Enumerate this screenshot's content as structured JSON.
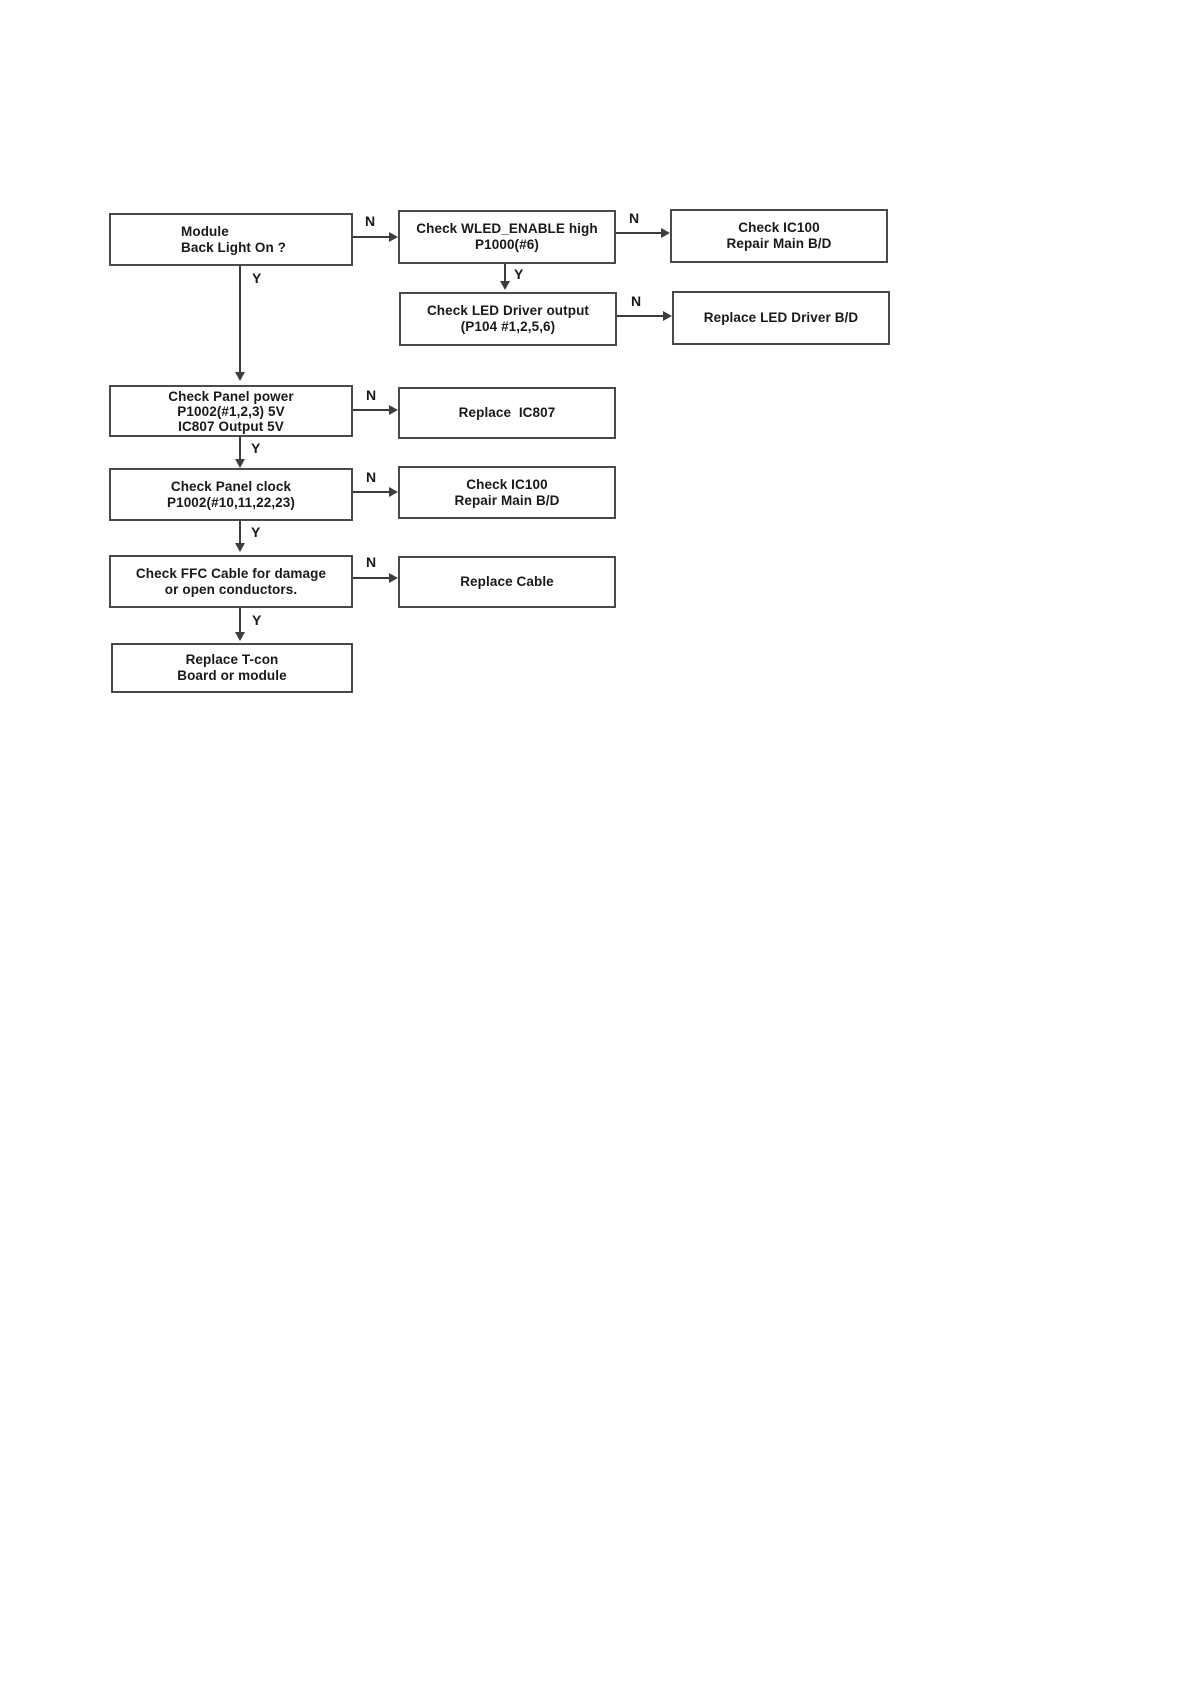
{
  "diagram": {
    "kind": "troubleshooting-flowchart",
    "topic": "Module Back Light"
  },
  "colors": {
    "background": "#ffffff",
    "line": "#3d3d3d",
    "border": "#4a4a4a",
    "text": "#191919"
  },
  "nodes": {
    "module_backlight": {
      "lines": [
        "Module",
        "Back Light On ?"
      ]
    },
    "check_wled_enable": {
      "lines": [
        "Check WLED_ENABLE high",
        "P1000(#6)"
      ]
    },
    "check_ic100_top": {
      "lines": [
        "Check IC100",
        "Repair Main B/D"
      ]
    },
    "check_led_driver_output": {
      "lines": [
        "Check LED Driver output",
        "(P104 #1,2,5,6)"
      ]
    },
    "replace_led_driver": {
      "lines": [
        "Replace LED Driver B/D"
      ]
    },
    "check_panel_power": {
      "lines": [
        "Check Panel power",
        "P1002(#1,2,3) 5V",
        "IC807 Output 5V"
      ]
    },
    "replace_ic807": {
      "lines": [
        "Replace  IC807"
      ]
    },
    "check_panel_clock": {
      "lines": [
        "Check Panel clock",
        "P1002(#10,11,22,23)"
      ]
    },
    "check_ic100_mid": {
      "lines": [
        "Check IC100",
        "Repair Main B/D"
      ]
    },
    "check_ffc_cable": {
      "lines": [
        "Check FFC Cable for damage",
        "or open conductors."
      ]
    },
    "replace_cable": {
      "lines": [
        "Replace Cable"
      ]
    },
    "replace_tcon": {
      "lines": [
        "Replace T-con",
        "Board or module"
      ]
    }
  },
  "edge_labels": {
    "module_to_wled": "N",
    "wled_to_ic100": "N",
    "wled_to_leddriver": "Y",
    "leddriver_to_replace": "N",
    "module_to_panelpower": "Y",
    "panelpower_to_ic807": "N",
    "panelpower_to_panelclock": "Y",
    "panelclock_to_ic100": "N",
    "panelclock_to_ffc": "Y",
    "ffc_to_replacecable": "N",
    "ffc_to_tcon": "Y"
  }
}
